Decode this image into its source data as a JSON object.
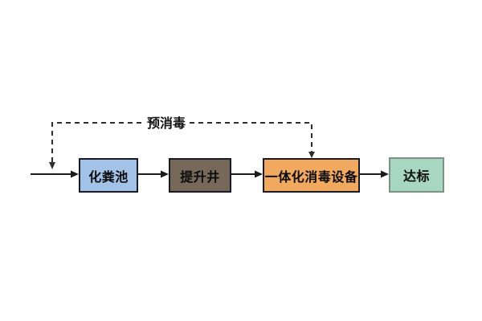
{
  "diagram": {
    "title_hint": "wastewater disinfection process flow",
    "feedback": {
      "label": "预消毒",
      "line_style": "dashed",
      "line_color": "#2e2e2e"
    },
    "flow_line_color": "#1a1a1a",
    "nodes": [
      {
        "id": "septic-tank",
        "label": "化粪池",
        "fill": "#a2c2e8",
        "border": "#1a1a24"
      },
      {
        "id": "lift-well",
        "label": "提升井",
        "fill": "#76695a",
        "border": "#1a1a24"
      },
      {
        "id": "integrated-disinfection-unit",
        "label": "一体化消毒设备",
        "fill": "#f0a95e",
        "border": "#1a1a24"
      },
      {
        "id": "compliant-effluent",
        "label": "达标",
        "fill": "#a7d7c1",
        "border": "#7d9186"
      }
    ]
  }
}
